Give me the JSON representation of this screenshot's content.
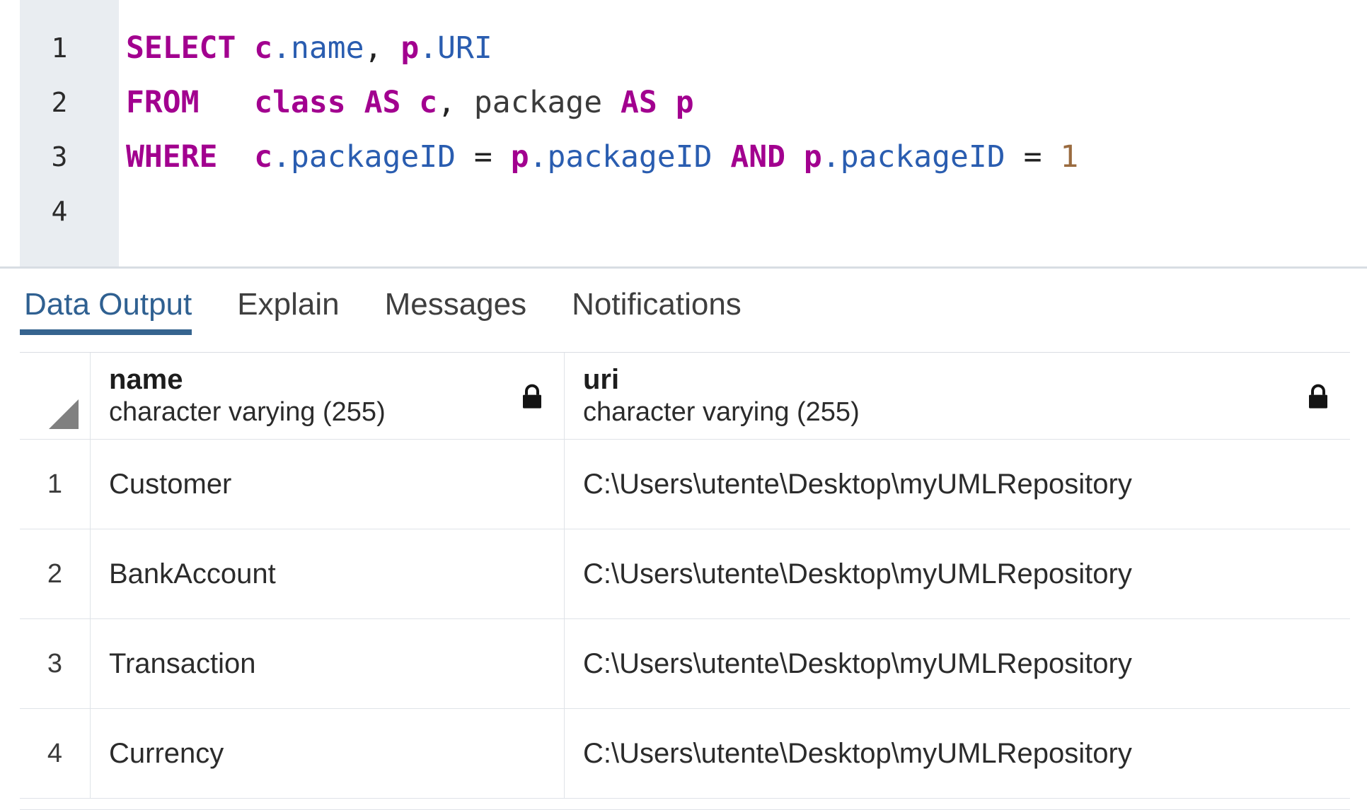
{
  "editor": {
    "lines": [
      {
        "number": "1",
        "tokens": [
          {
            "t": "SELECT",
            "c": "kw"
          },
          {
            "t": " ",
            "c": "plain"
          },
          {
            "t": "c",
            "c": "alias"
          },
          {
            "t": ".",
            "c": "punc"
          },
          {
            "t": "name",
            "c": "col"
          },
          {
            "t": ",",
            "c": "op"
          },
          {
            "t": " ",
            "c": "plain"
          },
          {
            "t": "p",
            "c": "alias"
          },
          {
            "t": ".",
            "c": "punc"
          },
          {
            "t": "URI",
            "c": "col"
          }
        ]
      },
      {
        "number": "2",
        "tokens": [
          {
            "t": "FROM",
            "c": "kw"
          },
          {
            "t": "   ",
            "c": "plain"
          },
          {
            "t": "class",
            "c": "alias"
          },
          {
            "t": " ",
            "c": "plain"
          },
          {
            "t": "AS",
            "c": "kw"
          },
          {
            "t": " ",
            "c": "plain"
          },
          {
            "t": "c",
            "c": "alias"
          },
          {
            "t": ",",
            "c": "op"
          },
          {
            "t": " ",
            "c": "plain"
          },
          {
            "t": "package",
            "c": "plain"
          },
          {
            "t": " ",
            "c": "plain"
          },
          {
            "t": "AS",
            "c": "kw"
          },
          {
            "t": " ",
            "c": "plain"
          },
          {
            "t": "p",
            "c": "alias"
          }
        ]
      },
      {
        "number": "3",
        "tokens": [
          {
            "t": "WHERE",
            "c": "kw"
          },
          {
            "t": "  ",
            "c": "plain"
          },
          {
            "t": "c",
            "c": "alias"
          },
          {
            "t": ".",
            "c": "punc"
          },
          {
            "t": "packageID",
            "c": "col"
          },
          {
            "t": " ",
            "c": "plain"
          },
          {
            "t": "=",
            "c": "op"
          },
          {
            "t": " ",
            "c": "plain"
          },
          {
            "t": "p",
            "c": "alias"
          },
          {
            "t": ".",
            "c": "punc"
          },
          {
            "t": "packageID",
            "c": "col"
          },
          {
            "t": " ",
            "c": "plain"
          },
          {
            "t": "AND",
            "c": "kw"
          },
          {
            "t": " ",
            "c": "plain"
          },
          {
            "t": "p",
            "c": "alias"
          },
          {
            "t": ".",
            "c": "punc"
          },
          {
            "t": "packageID",
            "c": "col"
          },
          {
            "t": " ",
            "c": "plain"
          },
          {
            "t": "=",
            "c": "op"
          },
          {
            "t": " ",
            "c": "plain"
          },
          {
            "t": "1",
            "c": "num"
          }
        ]
      },
      {
        "number": "4",
        "tokens": []
      }
    ],
    "query_text": "SELECT c.name, p.URI\nFROM   class AS c, package AS p\nWHERE  c.packageID = p.packageID AND p.packageID = 1\n"
  },
  "tabs": [
    {
      "label": "Data Output",
      "active": true,
      "name": "tab-data-output"
    },
    {
      "label": "Explain",
      "active": false,
      "name": "tab-explain"
    },
    {
      "label": "Messages",
      "active": false,
      "name": "tab-messages"
    },
    {
      "label": "Notifications",
      "active": false,
      "name": "tab-notifications"
    }
  ],
  "grid": {
    "corner_icon": "sort-triangle-icon",
    "columns": [
      {
        "name": "name",
        "type": "character varying (255)",
        "lock": "lock-icon"
      },
      {
        "name": "uri",
        "type": "character varying (255)",
        "lock": "lock-icon"
      }
    ],
    "rows": [
      {
        "idx": "1",
        "name": "Customer",
        "uri": "C:\\Users\\utente\\Desktop\\myUMLRepository"
      },
      {
        "idx": "2",
        "name": "BankAccount",
        "uri": "C:\\Users\\utente\\Desktop\\myUMLRepository"
      },
      {
        "idx": "3",
        "name": "Transaction",
        "uri": "C:\\Users\\utente\\Desktop\\myUMLRepository"
      },
      {
        "idx": "4",
        "name": "Currency",
        "uri": "C:\\Users\\utente\\Desktop\\myUMLRepository"
      }
    ]
  },
  "colors": {
    "keyword": "#a2008f",
    "column": "#2a5db0",
    "number": "#9a6b3f",
    "gutter_bg": "#e9edf1",
    "active_tab": "#2f6091",
    "tab_underline": "#36648f",
    "grid_border": "#dfe3e8"
  }
}
